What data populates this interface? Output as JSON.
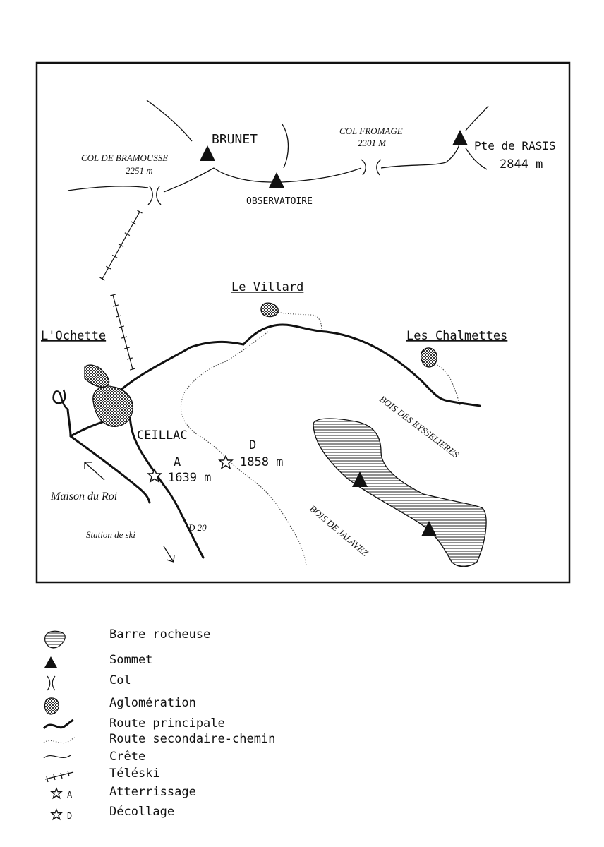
{
  "map": {
    "summits": {
      "brunet": "BRUNET",
      "observatoire": "OBSERVATOIRE",
      "rasis_name": "Pte de RASIS",
      "rasis_alt": "2844 m"
    },
    "cols": {
      "bramousse_name": "COL DE BRAMOUSSE",
      "bramousse_alt": "2251 m",
      "fromage_name": "COL FROMAGE",
      "fromage_alt": "2301 M"
    },
    "places": {
      "villard": "Le Villard",
      "ochette": "L'Ochette",
      "chalmettes": "Les Chalmettes",
      "ceillac": "CEILLAC",
      "maison_du_roi": "Maison du Roi",
      "station_de_ski": "Station de ski",
      "d20": "D 20"
    },
    "sites": {
      "landing_letter": "A",
      "landing_alt": "1639 m",
      "takeoff_letter": "D",
      "takeoff_alt": "1858 m"
    },
    "woods": {
      "eysselieres": "BOIS DES EYSSELIERES",
      "jalavez": "BOIS DE JALAVEZ"
    }
  },
  "legend": {
    "items": [
      {
        "key": "barre",
        "label": "Barre rocheuse"
      },
      {
        "key": "sommet",
        "label": "Sommet"
      },
      {
        "key": "col",
        "label": "Col"
      },
      {
        "key": "aglo",
        "label": "Aglomération"
      },
      {
        "key": "route",
        "label": "Route principale"
      },
      {
        "key": "chemin",
        "label": "Route secondaire-chemin"
      },
      {
        "key": "crete",
        "label": "Crête"
      },
      {
        "key": "teleski",
        "label": "Téléski"
      },
      {
        "key": "atterrissage",
        "label": "Atterrissage",
        "letter": "A"
      },
      {
        "key": "decollage",
        "label": "Décollage",
        "letter": "D"
      }
    ]
  }
}
